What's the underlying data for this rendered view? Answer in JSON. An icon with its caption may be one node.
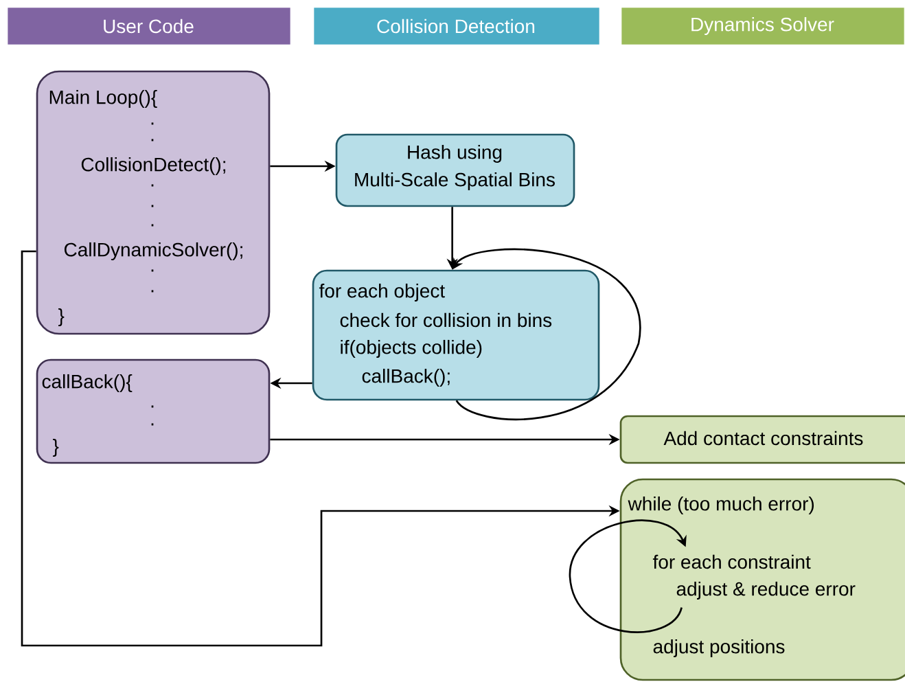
{
  "diagram": {
    "nodes": [
      {
        "text": [
          "User Code"
        ]
      },
      {
        "text": [
          "Collision Detection"
        ]
      },
      {
        "text": [
          "Dynamics Solver"
        ]
      },
      {
        "text": [
          "Main Loop(){",
          ".",
          ".",
          "CollisionDetect();",
          ".",
          ".",
          ".",
          "CallDynamicSolver();",
          ".",
          ".",
          "}"
        ]
      },
      {
        "text": [
          "Hash using",
          "Multi-Scale Spatial Bins"
        ]
      },
      {
        "text": [
          "for each object",
          "check for collision in bins",
          "if(objects collide)",
          "callBack();"
        ]
      },
      {
        "text": [
          "callBack(){",
          ".",
          ".",
          "}"
        ]
      },
      {
        "text": [
          "Add contact constraints"
        ]
      },
      {
        "text": [
          "while (too much error)",
          "for each constraint",
          "adjust & reduce error",
          "adjust positions"
        ]
      }
    ],
    "edges": [
      {
        "from": 3,
        "to": 4,
        "arrow": "to"
      },
      {
        "from": 4,
        "to": 5,
        "arrow": "to"
      },
      {
        "from": 5,
        "to": 5,
        "arrow": "to"
      },
      {
        "from": 5,
        "to": 6,
        "arrow": "to"
      },
      {
        "from": 6,
        "to": 7,
        "arrow": "to"
      },
      {
        "from": 3,
        "to": 8,
        "arrow": "to"
      },
      {
        "from": 8,
        "to": 8,
        "arrow": "to"
      }
    ]
  }
}
